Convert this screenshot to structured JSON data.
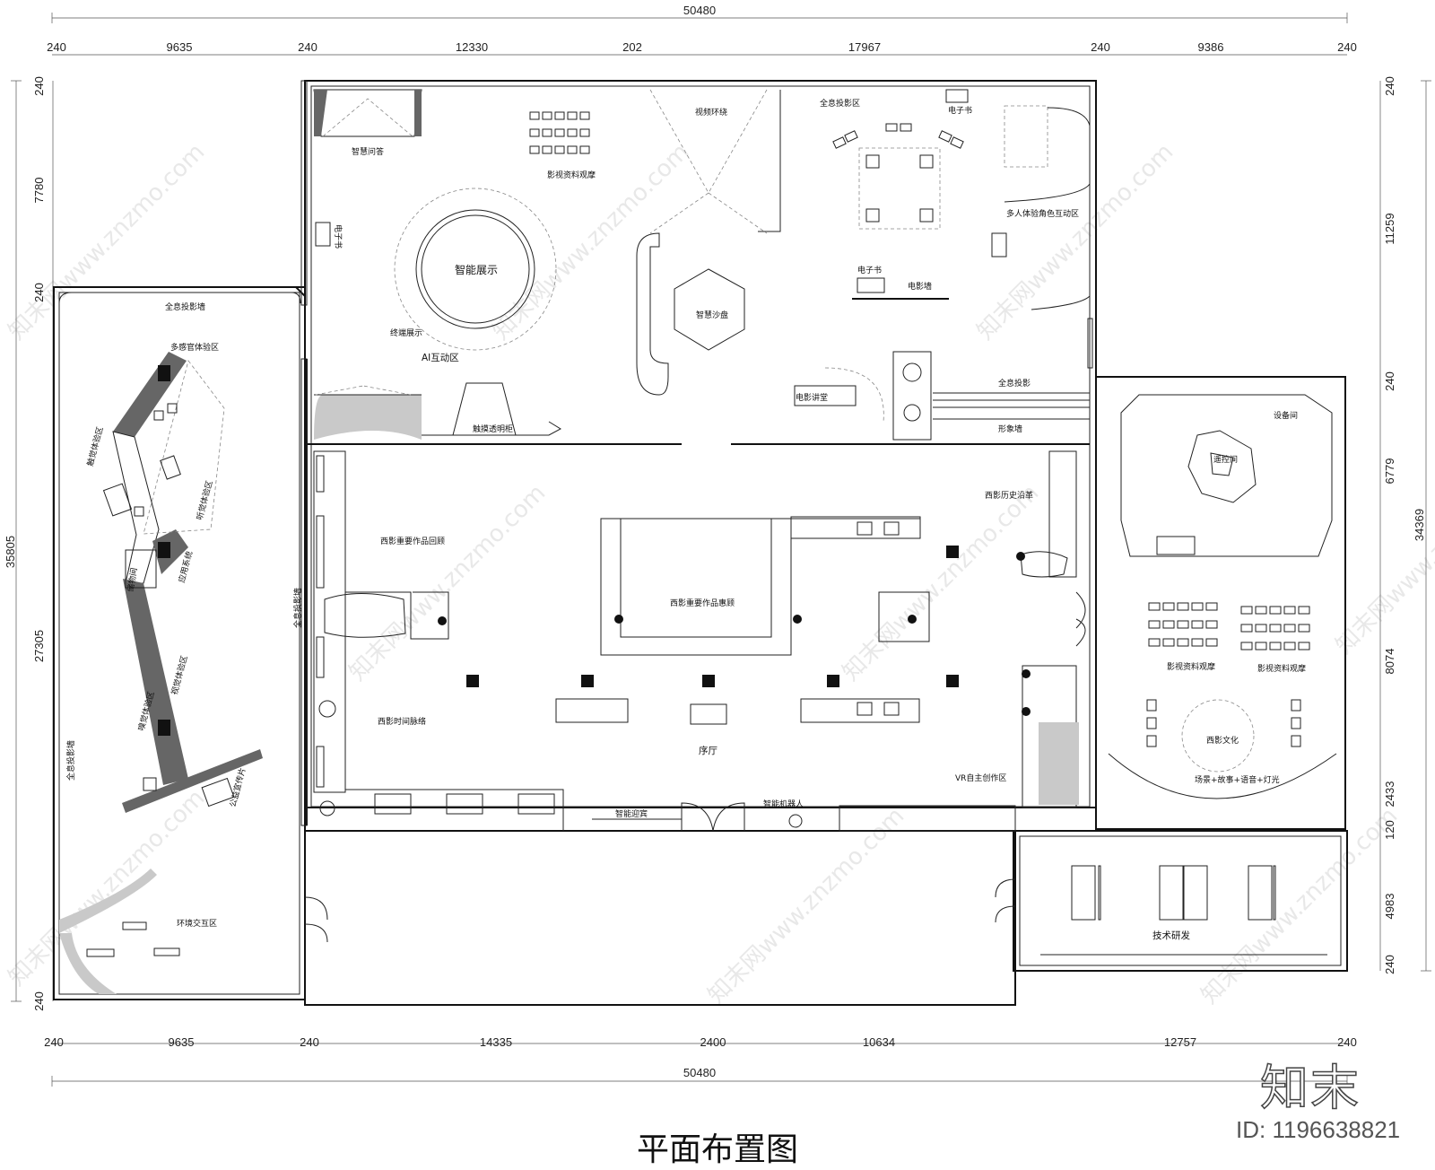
{
  "dimensions": {
    "top_total": "50480",
    "top_segments": [
      "240",
      "9635",
      "240",
      "12330",
      "202",
      "17967",
      "240",
      "9386",
      "240"
    ],
    "bottom_total": "50480",
    "bottom_segments": [
      "240",
      "9635",
      "240",
      "14335",
      "2400",
      "10634",
      "12757",
      "240"
    ],
    "left_total": "35805",
    "left_segments": [
      "240",
      "7780",
      "240",
      "27305",
      "240"
    ],
    "right_total": "34369",
    "right_segments": [
      "240",
      "11259",
      "240",
      "6779",
      "8074",
      "2433",
      "120",
      "4983",
      "240"
    ]
  },
  "rooms": {
    "holo_wall_top": "全息投影墙",
    "multi_sense": "多感官体验区",
    "touch_zone": "触觉体验区",
    "hearing_zone": "听觉体验区",
    "storage": "储物间",
    "app_system": "应用系统",
    "vision_zone": "视觉体验区",
    "smell_zone": "嗅觉体验区",
    "public_film": "公益宣传片",
    "holo_wall_left": "全息投影墙",
    "env_interact": "环境交互区",
    "smart_qa": "智慧问答",
    "film_archive_top": "影视资料观摩",
    "ebook_left": "电子书",
    "smart_display": "智能展示",
    "terminal_display": "终端展示",
    "ai_zone": "AI互动区",
    "touch_cabinet": "触摸透明柜",
    "video_surround": "视频环绕",
    "smart_sandtable": "智慧沙盘",
    "holo_zone": "全息投影区",
    "ebook_top": "电子书",
    "multi_role": "多人体验角色互动区",
    "ebook_mid": "电子书",
    "movie_wall": "电影墙",
    "movie_lecture": "电影讲堂",
    "holo_proj": "全息投影",
    "image_wall": "形象墙",
    "xiying_history": "西影历史沿革",
    "works_review": "西影重要作品回顾",
    "works_tribute": "西影重要作品惠顾",
    "holo_wall_mid": "全息投影墙",
    "timeline": "西影时间脉络",
    "lobby": "序厅",
    "vr_zone": "VR自主创作区",
    "smart_greeting": "智能迎宾",
    "smart_robot": "智能机器人",
    "equipment_room": "设备间",
    "control_room": "遥控间",
    "film_archive_r1": "影视资料观摩",
    "film_archive_r2": "影视资料观摩",
    "xiying_culture": "西影文化",
    "scene_text": "场景+故事+语音+灯光",
    "tech_rd": "技术研发"
  },
  "title": "平面布置图",
  "brand": {
    "logo_text": "知末",
    "id_text": "ID: 1196638821",
    "watermark": "知末网www.znzmo.com"
  },
  "colors": {
    "wall": "#111111",
    "shade": "#666666",
    "light_shade": "#c9c9c9",
    "watermark": "#d9d9d9"
  }
}
